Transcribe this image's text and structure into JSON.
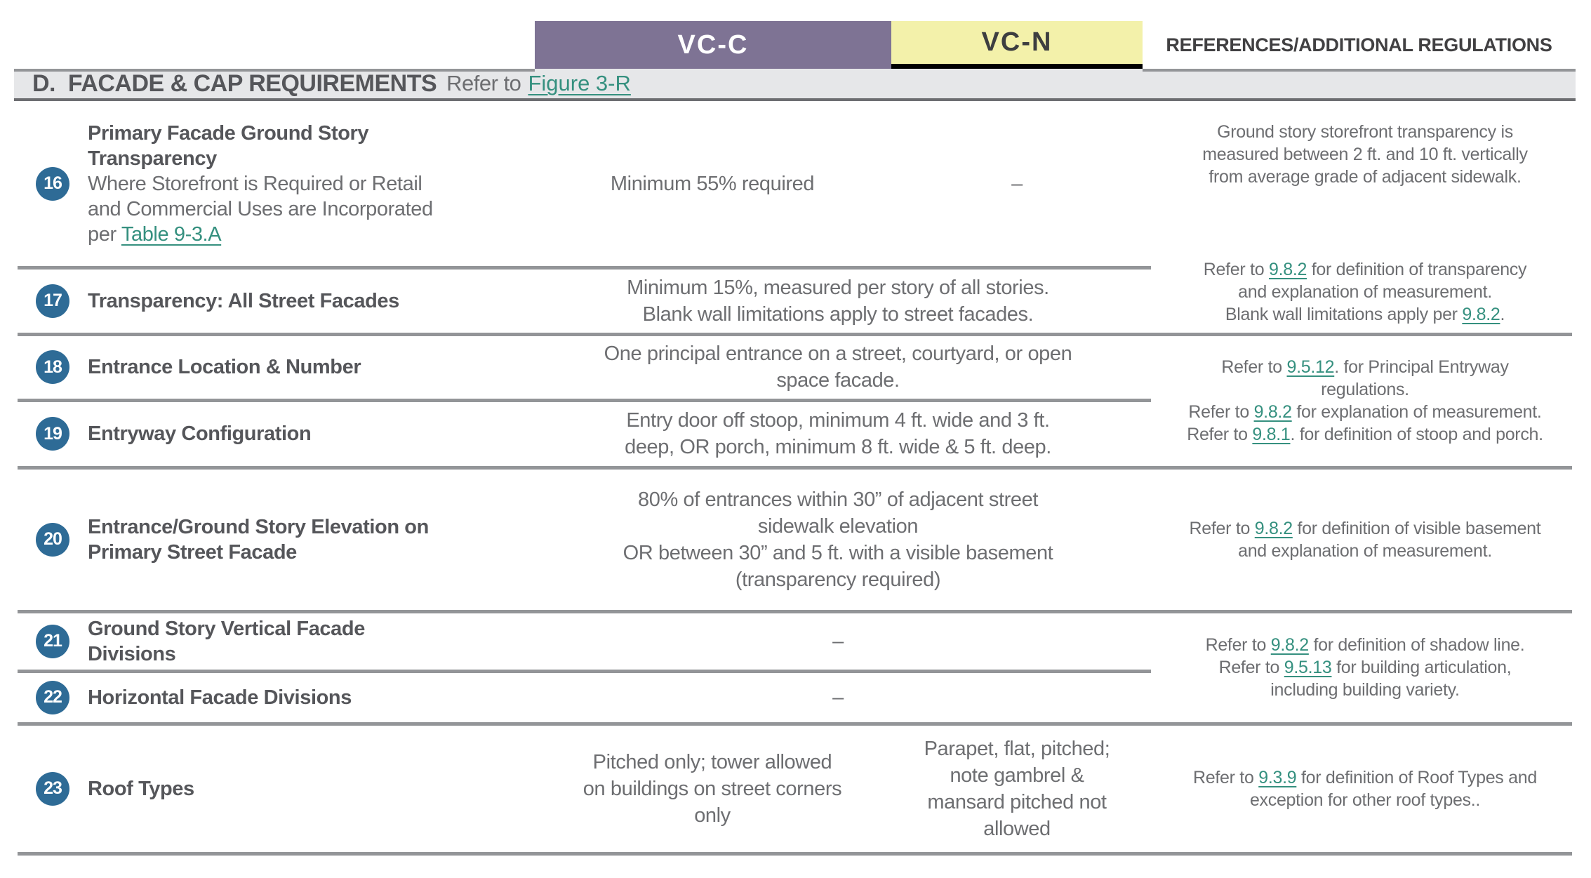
{
  "columns": {
    "vcc_label": "VC-C",
    "vcn_label": "VC-N",
    "references_label": "REFERENCES/ADDITIONAL REGULATIONS"
  },
  "section": {
    "letter_title": "D.  FACADE & CAP REQUIREMENTS",
    "refer_prefix": "Refer to",
    "figure_link": "Figure 3-R"
  },
  "colors": {
    "vcc_header_bg": "#7e7394",
    "vcn_header_bg": "#f3f1aa",
    "badge_bg": "#2e6b96",
    "link_teal": "#35907f",
    "divider_gray": "#939598",
    "section_bar_bg": "#e6e7e9"
  },
  "rows": [
    {
      "num": "16",
      "title": "Primary Facade Ground Story\nTransparency",
      "subtitle_pre": "Where Storefront is Required or Retail\nand Commercial Uses are Incorporated\nper ",
      "subtitle_link": "Table 9-3.A",
      "vcc": "Minimum 55% required",
      "vcn": "–"
    },
    {
      "num": "17",
      "title": "Transparency: All Street Facades",
      "merged": "Minimum 15%, measured per story of all stories.\nBlank wall limitations apply to street facades."
    },
    {
      "num": "18",
      "title": "Entrance Location & Number",
      "merged": "One principal entrance on a street, courtyard, or open\nspace facade."
    },
    {
      "num": "19",
      "title": "Entryway Configuration",
      "merged": "Entry door off stoop, minimum 4 ft. wide and 3 ft.\ndeep, OR porch, minimum 8 ft. wide & 5 ft. deep."
    },
    {
      "num": "20",
      "title": "Entrance/Ground Story Elevation on\nPrimary Street Facade",
      "merged": "80% of entrances within 30” of adjacent street\nsidewalk elevation\nOR between 30” and 5 ft. with a visible basement\n(transparency required)"
    },
    {
      "num": "21",
      "title": "Ground Story Vertical Facade\nDivisions",
      "merged": "–"
    },
    {
      "num": "22",
      "title": "Horizontal Facade Divisions",
      "merged": "–"
    },
    {
      "num": "23",
      "title": "Roof Types",
      "vcc": "Pitched only; tower allowed\non buildings on street corners\nonly",
      "vcn": "Parapet, flat, pitched;\nnote gambrel &\nmansard pitched not\nallowed"
    }
  ],
  "refs": {
    "note16": "Ground story storefront transparency is\nmeasured between 2 ft. and 10 ft. vertically\nfrom average grade of adjacent sidewalk.",
    "transparency": {
      "s0": "Refer to ",
      "l1": "9.8.2",
      "s1": " for definition of transparency\nand explanation of measurement.\nBlank wall limitations apply per ",
      "l2": "9.8.2",
      "s2": "."
    },
    "entry": {
      "s0": "Refer to ",
      "l1": "9.5.12",
      "s1": ". for Principal Entryway\nregulations.\nRefer to ",
      "l2": "9.8.2",
      "s2": " for explanation of measurement.\nRefer to ",
      "l3": "9.8.1",
      "s3": ". for definition of stoop and porch."
    },
    "elevation": {
      "s0": "Refer to ",
      "l1": "9.8.2",
      "s1": " for definition of visible basement\nand explanation of measurement."
    },
    "divisions": {
      "s0": "Refer to ",
      "l1": "9.8.2",
      "s1": " for definition of shadow line.\nRefer to ",
      "l2": "9.5.13",
      "s2": " for building articulation,\nincluding building variety."
    },
    "roof": {
      "s0": "Refer to ",
      "l1": "9.3.9",
      "s1": " for definition of Roof Types and\nexception for other roof types.."
    }
  }
}
